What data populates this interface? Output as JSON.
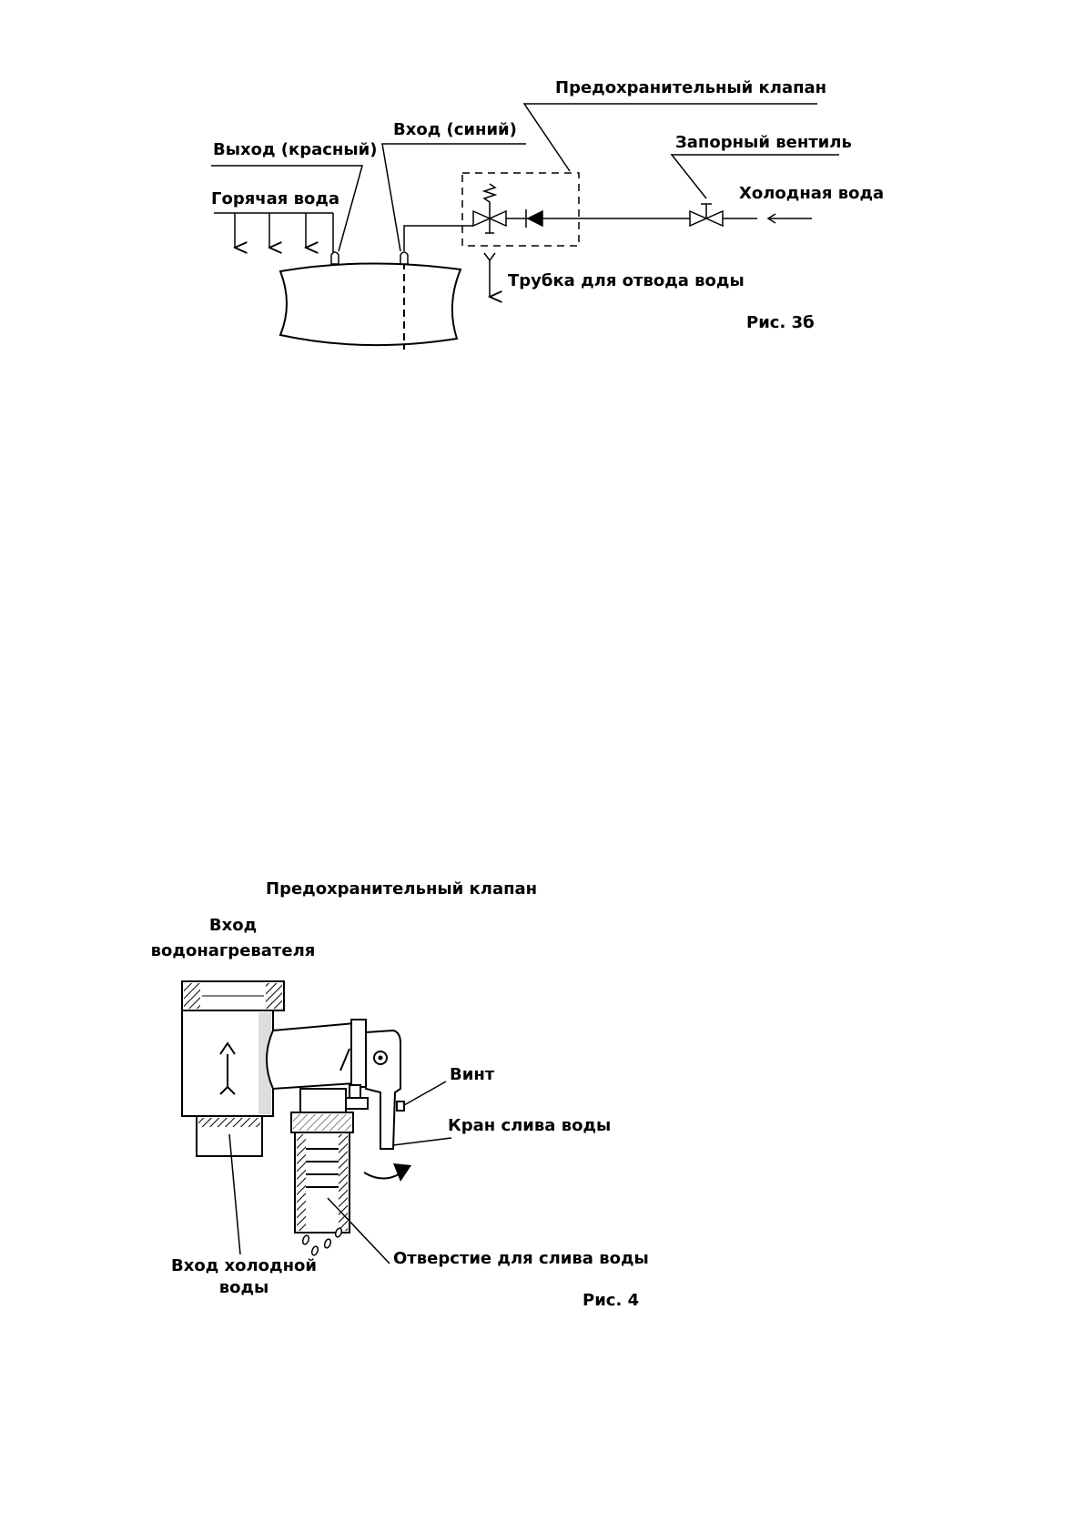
{
  "fig3b": {
    "safety_valve": "Предохранительный клапан",
    "inlet_blue": "Вход (синий)",
    "outlet_red": "Выход (красный)",
    "shutoff_valve": "Запорный вентиль",
    "hot_water": "Горячая вода",
    "cold_water": "Холодная вода",
    "drain_tube": "Трубка для отвода воды",
    "caption": "Рис. 3б"
  },
  "fig4": {
    "title": "Предохранительный клапан",
    "heater_inlet_line1": "Вход",
    "heater_inlet_line2": "водонагревателя",
    "screw": "Винт",
    "drain_tap": "Кран слива воды",
    "drain_hole": "Отверстие для слива воды",
    "cold_inlet_line1": "Вход холодной",
    "cold_inlet_line2": "воды",
    "caption": "Рис. 4"
  }
}
